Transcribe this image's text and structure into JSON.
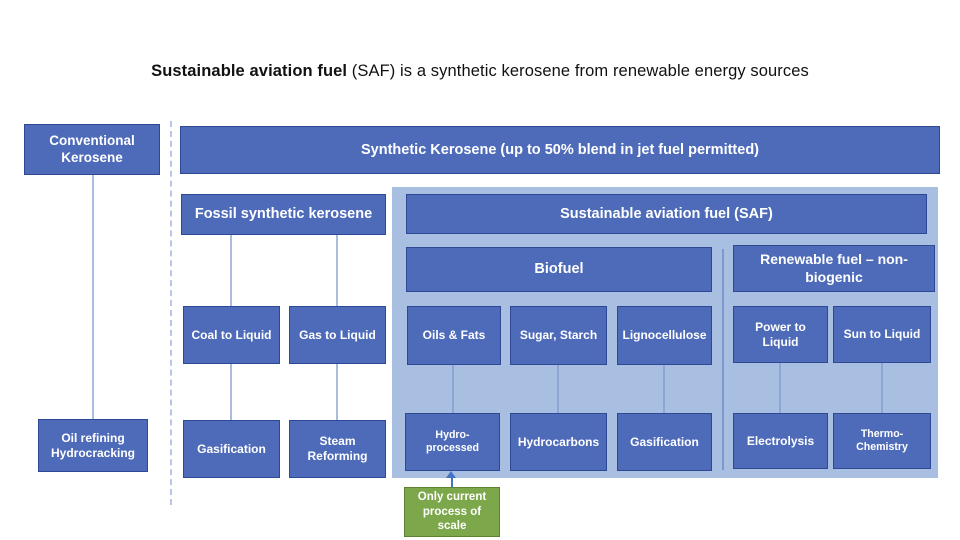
{
  "diagram": {
    "title_bold": "Sustainable aviation fuel",
    "title_rest": " (SAF) is a synthetic kerosene from renewable energy sources",
    "conventional": {
      "header": "Conventional Kerosene",
      "process": "Oil refining Hydrocracking"
    },
    "synthetic": {
      "header": "Synthetic Kerosene (up to 50% blend in jet fuel permitted)"
    },
    "fossil": {
      "header": "Fossil synthetic kerosene",
      "feedstocks": [
        "Coal to Liquid",
        "Gas to Liquid"
      ],
      "processes": [
        "Gasification",
        "Steam Reforming"
      ]
    },
    "saf": {
      "header": "Sustainable aviation fuel (SAF)",
      "biofuel": {
        "header": "Biofuel",
        "feedstocks": [
          "Oils & Fats",
          "Sugar, Starch",
          "Lignocellulose"
        ],
        "processes": [
          "Hydro-processed",
          "Hydrocarbons",
          "Gasification"
        ]
      },
      "renewable": {
        "header": "Renewable fuel – non-biogenic",
        "feedstocks": [
          "Power to Liquid",
          "Sun to Liquid"
        ],
        "processes": [
          "Electrolysis",
          "Thermo-Chemistry"
        ]
      }
    },
    "note": "Only current process of scale"
  },
  "colors": {
    "box_fill": "#4e6bba",
    "box_border": "#2e4896",
    "saf_container": "#a9bfe2",
    "section_divider": "#7e97cd",
    "connector_line": "#a9bdde",
    "note_fill": "#7ca74b",
    "note_border": "#5d8234",
    "arrow": "#4472c4"
  }
}
